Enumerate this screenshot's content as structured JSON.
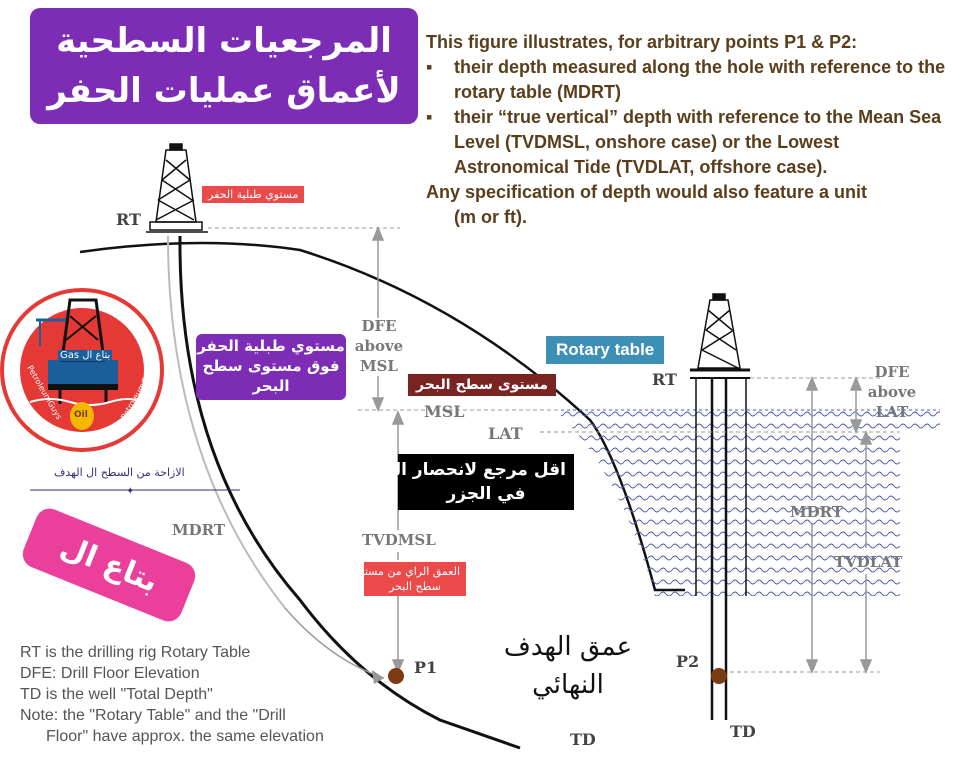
{
  "title": {
    "line1": "المرجعيات السطحية",
    "line2": "لأعماق عمليات الحفر"
  },
  "description": {
    "intro": "This figure illustrates, for arbitrary points P1 & P2:",
    "bullet1": "their depth measured along the hole with reference to the rotary table (MDRT)",
    "bullet2": "their “true vertical” depth with reference to the Mean Sea Level (TVDMSL, onshore case) or the Lowest Astronomical Tide (TVDLAT, offshore case).",
    "bullet_char": "▪",
    "outro_1": "Any specification of depth would also feature a unit",
    "outro_2": "(m or ft)."
  },
  "labels": {
    "rt_left": "RT",
    "rt_right": "RT",
    "mstwa_tablia": "مستوي طبلية الحفر",
    "dfe_msl": "DFE\nabove\nMSL",
    "purple_box": "مستوي طبلية الحفر\nفوق مستوى سطح\nالبحر",
    "rotary_table": "Rotary table",
    "sea_level_ar": "مستوى سطح البحر",
    "msl": "MSL",
    "lat": "LAT",
    "dfe_lat": "DFE\nabove\nLAT",
    "lowest_ref": "اقل مرجع لانحصار الماء\nفي الجزر",
    "displacement": "الازاحة من السطح ال الهدف",
    "mdrt_left": "MDRT",
    "mdrt_right": "MDRT",
    "tvdmsl": "TVDMSL",
    "tvdlat": "TVDLAT",
    "vertical_depth_ar": "العمق الراي من مستوى\nسطح البحر",
    "target_depth_ar": "عمق الهدف\nالنهائي",
    "p1": "P1",
    "p2": "P2",
    "td_left": "TD",
    "td_right": "TD",
    "gas_badge": "بتاع ال Gas"
  },
  "logo": {
    "text_top": "بتاع ال Gas",
    "ring_left": "PetroleumGuys",
    "ring_right": "PetroleumGuys",
    "oil": "Oil"
  },
  "notes": {
    "line1": "RT is the drilling rig Rotary Table",
    "line2": "DFE: Drill Floor Elevation",
    "line3": "TD is the well \"Total Depth\"",
    "line4": "Note: the \"Rotary Table\" and the \"Drill",
    "line5": "Floor\" have approx. the same elevation"
  },
  "colors": {
    "purple": "#7d2cb5",
    "red_tag": "#ea4a4a",
    "maroon": "#7a2323",
    "teal": "#3e8fb5",
    "pink": "#ea3f9a",
    "text_brown": "#5a3e1b",
    "water_blue": "#4a5fb0"
  }
}
